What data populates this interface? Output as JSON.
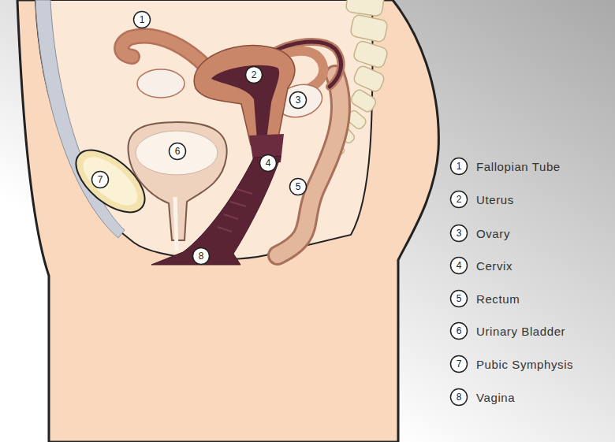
{
  "diagram": {
    "nodes": [
      {
        "text": [
          "1"
        ]
      },
      {
        "text": [
          "2"
        ]
      },
      {
        "text": [
          "3"
        ]
      },
      {
        "text": [
          "4"
        ]
      },
      {
        "text": [
          "5"
        ]
      },
      {
        "text": [
          "6"
        ]
      },
      {
        "text": [
          "7"
        ]
      },
      {
        "text": [
          "8"
        ]
      },
      {
        "text": [
          "1"
        ]
      },
      {
        "text": [
          "2"
        ]
      },
      {
        "text": [
          "3"
        ]
      },
      {
        "text": [
          "4"
        ]
      },
      {
        "text": [
          "5"
        ]
      },
      {
        "text": [
          "6"
        ]
      },
      {
        "text": [
          "7"
        ]
      },
      {
        "text": [
          "8"
        ]
      }
    ],
    "legend": [
      {
        "text": "Fallopian Tube"
      },
      {
        "text": "Uterus"
      },
      {
        "text": "Ovary"
      },
      {
        "text": "Cervix"
      },
      {
        "text": "Rectum"
      },
      {
        "text": "Urinary Bladder"
      },
      {
        "text": "Pubic Symphysis"
      },
      {
        "text": "Vagina"
      }
    ]
  }
}
